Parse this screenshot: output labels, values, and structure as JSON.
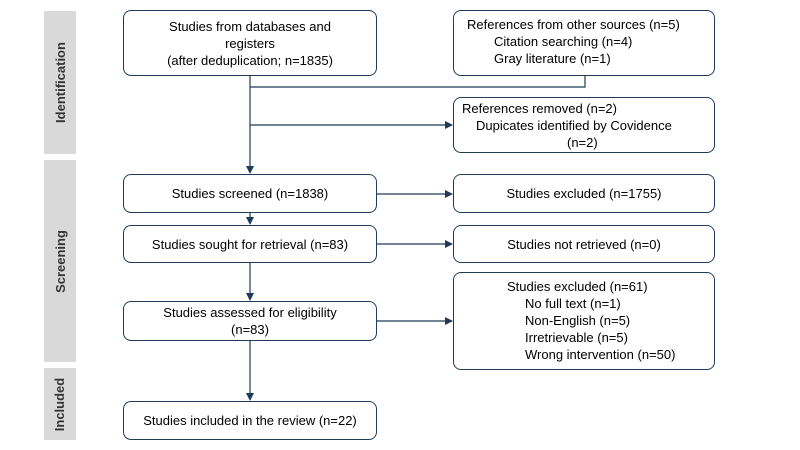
{
  "phases": {
    "identification": "Identification",
    "screening": "Screening",
    "included": "Included"
  },
  "boxes": {
    "databases": {
      "lines": [
        "Studies from databases and",
        "registers",
        "(after deduplication; n=1835)"
      ]
    },
    "other_sources": {
      "title": "References from other sources (n=5)",
      "items": [
        "Citation searching (n=4)",
        "Gray literature (n=1)"
      ]
    },
    "removed": {
      "title": "References removed (n=2)",
      "items": [
        "Dupicates identified by Covidence",
        "(n=2)"
      ]
    },
    "screened": {
      "text": "Studies screened (n=1838)"
    },
    "excluded_screening": {
      "text": "Studies excluded (n=1755)"
    },
    "sought": {
      "text": "Studies sought for retrieval (n=83)"
    },
    "not_retrieved": {
      "text": "Studies not retrieved (n=0)"
    },
    "assessed": {
      "lines": [
        "Studies assessed for eligibility",
        "(n=83)"
      ]
    },
    "excluded_eligibility": {
      "title": "Studies excluded (n=61)",
      "items": [
        "No full text (n=1)",
        "Non-English (n=5)",
        "Irretrievable (n=5)",
        "Wrong intervention (n=50)"
      ]
    },
    "included": {
      "text": "Studies included in the review (n=22)"
    }
  }
}
